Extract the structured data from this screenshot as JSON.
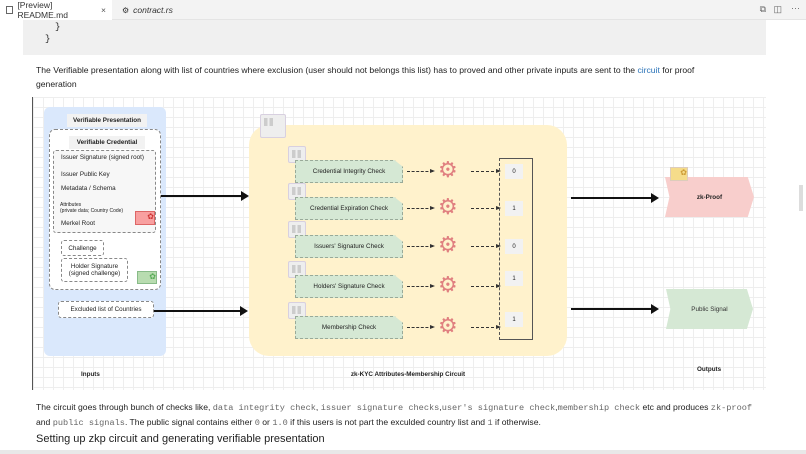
{
  "tabs": [
    {
      "label": "[Preview] README.md",
      "close": "×",
      "icon": "preview-icon"
    },
    {
      "label": "contract.rs",
      "icon": "rust-icon"
    }
  ],
  "code": {
    "line1": "}",
    "line2": "}"
  },
  "intro": {
    "text_before": "The Verifiable presentation along with list of countries where exclusion (user should not belongs this list) has to proved and other private inputs are sent to the ",
    "link": "circuit",
    "text_after": " for proof generation"
  },
  "diagram": {
    "inputs": {
      "title": "Verifiable Presentation",
      "credential_title": "Verifiable Credential",
      "fields": [
        "Issuer Signature  (signed root)",
        "Issuer Public Key",
        "Metadata / Schema"
      ],
      "attributes_line1": "Attributes",
      "attributes_line2": "(private data; Country Code)",
      "merkel_root": "Merkel Root",
      "challenge": "Challenge",
      "holder_sig_line1": "Holder Signature",
      "holder_sig_line2": "(signed challenge)",
      "excluded": "Excluded list of Countries",
      "label": "Inputs"
    },
    "circuit": {
      "checks": [
        "Credential Integrity Check",
        "Credential Expiration Check",
        "Issuers' Signature Check",
        "Holders' Signature Check",
        "Membership Check"
      ],
      "values": [
        "0",
        "1",
        "0",
        "1",
        "1"
      ],
      "label": "zk-KYC Attributes-Membership Circuit"
    },
    "outputs": {
      "proof": "zk-Proof",
      "signal": "Public Signal",
      "label": "Outputs"
    },
    "colors": {
      "inputs": "#dae8fc",
      "circuit": "#fff2cc",
      "check": "#d5e8d4",
      "proof": "#f8cecc",
      "signal": "#d5e8d4"
    }
  },
  "after": {
    "t1": "The circuit goes through bunch of checks like, ",
    "c1": "data integrity check",
    "t2": ", ",
    "c2": "issuer signature checks",
    "t3": ",",
    "c3": "user's signature check",
    "t4": ",",
    "c4": "membership check",
    "t5": " etc and produces ",
    "c5": "zk-proof",
    "t6": "and ",
    "c6": "public signals",
    "t7": ". The public signal contains either ",
    "c7": "0",
    "t8": " or ",
    "c8": "1.0",
    "t9": " if this users is not part the exculded country list and ",
    "c9": "1",
    "t10": " if otherwise."
  },
  "heading": "Setting up zkp circuit and generating verifiable presentation"
}
